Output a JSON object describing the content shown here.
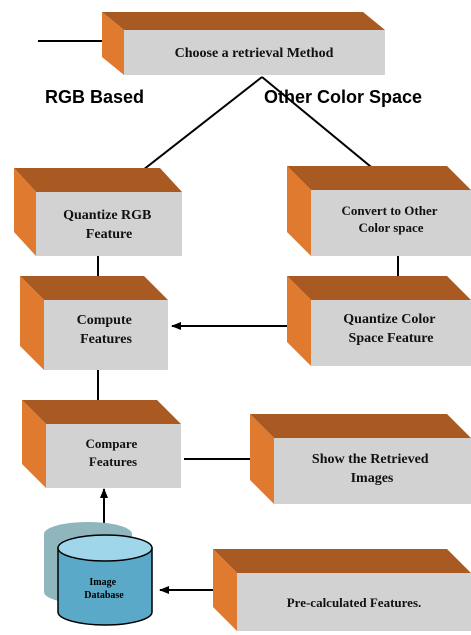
{
  "colors": {
    "box_front": "#d2d2d2",
    "box_side": "#e07a2e",
    "box_top": "#a85a22",
    "db_shadow": "#8fb5bd",
    "db_body": "#5aa9c8",
    "db_top": "#9fd6ea",
    "arrow": "#000000"
  },
  "labels": {
    "rgb_based": "RGB Based",
    "other_color_space": "Other Color Space"
  },
  "boxes": {
    "choose_method": {
      "lines": [
        "Choose a retrieval Method"
      ]
    },
    "quantize_rgb": {
      "lines": [
        "Quantize RGB",
        "Feature"
      ]
    },
    "convert_other": {
      "lines": [
        "Convert to Other",
        "Color space"
      ]
    },
    "compute_features": {
      "lines": [
        "Compute",
        "Features"
      ]
    },
    "quantize_color": {
      "lines": [
        "Quantize Color",
        "Space Feature"
      ]
    },
    "compare_features": {
      "lines": [
        "Compare",
        "Features"
      ]
    },
    "show_retrieved": {
      "lines": [
        "Show the Retrieved",
        "Images"
      ]
    },
    "precalculated": {
      "lines": [
        "Pre-calculated Features."
      ]
    }
  },
  "database": {
    "lines": [
      "Image",
      "Database"
    ]
  }
}
